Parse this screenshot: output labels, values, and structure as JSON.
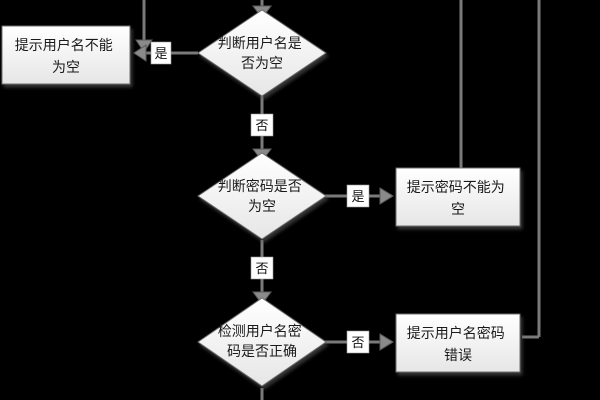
{
  "diagram": {
    "colors": {
      "background": "#000000",
      "shape_fill": "#f4f4f4",
      "shape_stroke": "#6e6e6e",
      "connector": "#7a7a7a",
      "text": "#1a1a1a"
    },
    "decisions": {
      "check_username": {
        "lines": [
          "判断用户名是",
          "否为空"
        ]
      },
      "check_password": {
        "lines": [
          "判断密码是否",
          "为空"
        ]
      },
      "check_credentials": {
        "lines": [
          "检测用户名密",
          "码是否正确"
        ]
      }
    },
    "messages": {
      "username_empty": {
        "lines": [
          "提示用户名不能",
          "为空"
        ]
      },
      "password_empty": {
        "lines": [
          "提示密码不能为",
          "空"
        ]
      },
      "credentials_wrong": {
        "lines": [
          "提示用户名密码",
          "错误"
        ]
      }
    },
    "edge_labels": {
      "username_yes": "是",
      "username_no": "否",
      "password_yes": "是",
      "password_no": "否",
      "credentials_no": "否"
    }
  }
}
